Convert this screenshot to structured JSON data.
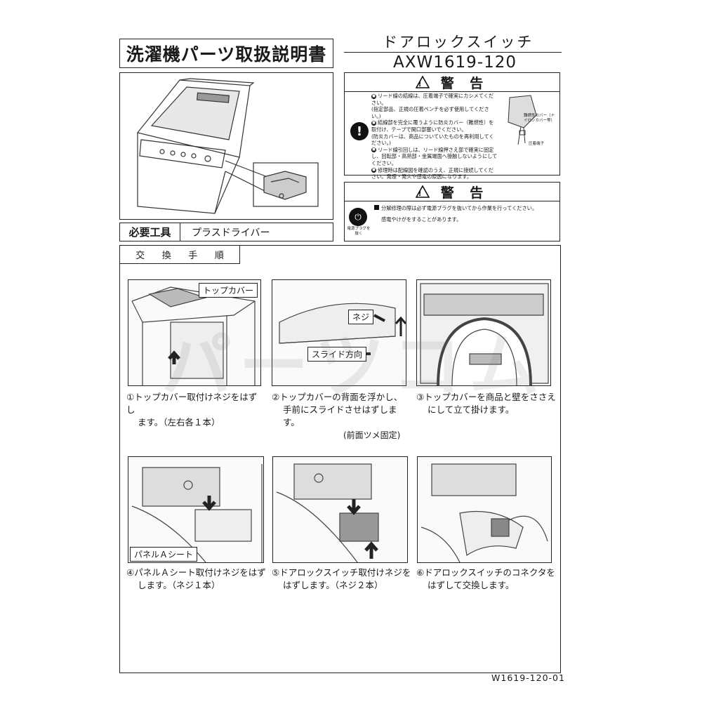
{
  "title": "洗濯機パーツ取扱説明書",
  "part": {
    "name": "ドアロックスイッチ",
    "number": "AXW1619-120"
  },
  "tools": {
    "label": "必要工具",
    "value": "プラスドライバー"
  },
  "warning1": {
    "heading": "警 告",
    "items": [
      "リード線の結線は、圧着端子で確実にカシメてください。",
      "(指定部品、正規の圧着ペンチを必ず使用してください。)",
      "結線部を完全に覆うように防炎カバー（難燃性）を取付け、テープで開口部塞いでください。",
      "(防炎カバーは、商品についていたものを再利用してください。)",
      "リード線引回しは、リード線押さえ部で確実に固定し、回転部・高熱部・金属端面へ接触しないようにしてください。",
      "修理時は配線図を確認のうえ、正規に接続してください。発煙・発火や感電の原因になります。"
    ],
    "illustration_labels": [
      "難燃性カバー（ナイロンカバー等）",
      "圧着端子"
    ]
  },
  "warning2": {
    "heading": "警 告",
    "icon_caption": "電源プラグを抜く",
    "lines": [
      "分解修理の際は必ず電源プラグを抜いてから作業を行ってください。",
      "感電やけがをすることがあります。"
    ]
  },
  "procedure": {
    "tab_chars": [
      "交",
      "換",
      "手",
      "順"
    ],
    "steps": [
      {
        "num": "①",
        "lines": [
          "トップカバー取付けネジをはずし",
          "ます。（左右各１本）"
        ],
        "callouts": [
          "トップカバー"
        ]
      },
      {
        "num": "②",
        "lines": [
          "トップカバーの背面を浮かし、",
          "手前にスライドさせはずします。"
        ],
        "note": "(前面ツメ固定)",
        "callouts": [
          "ネジ",
          "スライド方向"
        ]
      },
      {
        "num": "③",
        "lines": [
          "トップカバーを商品と壁をささえ",
          "にして立て掛けます。"
        ]
      },
      {
        "num": "④",
        "lines": [
          "パネルＡシート取付けネジをはず",
          "します。（ネジ１本）"
        ],
        "callouts": [
          "パネルＡシート"
        ]
      },
      {
        "num": "⑤",
        "lines": [
          "ドアロックスイッチ取付けネジを",
          "はずします。（ネジ２本）"
        ]
      },
      {
        "num": "⑥",
        "lines": [
          "ドアロックスイッチのコネクタを",
          "はずして交換します。"
        ]
      }
    ]
  },
  "watermark": "パーツコム",
  "footer": "W1619-120-01",
  "icons": [
    "exclamation-icon",
    "unplug-icon",
    "warning-triangle-icon",
    "arrow-up-icon",
    "arrow-down-icon",
    "arrow-left-icon"
  ]
}
